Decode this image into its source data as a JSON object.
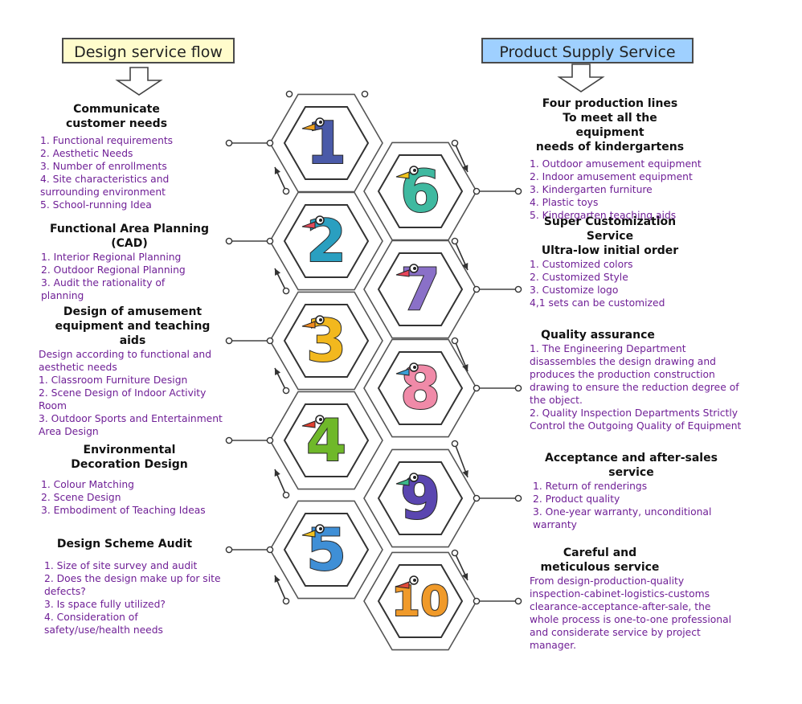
{
  "headers": {
    "left": "Design service flow",
    "right": "Product Supply Service"
  },
  "hexes": [
    {
      "num": "1",
      "color": "#4a5aa8",
      "accent": "#f0a21e"
    },
    {
      "num": "2",
      "color": "#2a9fc0",
      "accent": "#e24a5a"
    },
    {
      "num": "3",
      "color": "#f2b81e",
      "accent": "#f08a20"
    },
    {
      "num": "4",
      "color": "#6fb82a",
      "accent": "#e04030"
    },
    {
      "num": "5",
      "color": "#3f8fd6",
      "accent": "#f2c21e"
    },
    {
      "num": "6",
      "color": "#3fb9a0",
      "accent": "#f0c41e"
    },
    {
      "num": "7",
      "color": "#8a70c8",
      "accent": "#e8455a"
    },
    {
      "num": "8",
      "color": "#f08aa8",
      "accent": "#3aa0d8"
    },
    {
      "num": "9",
      "color": "#5a46b0",
      "accent": "#3bb88a"
    },
    {
      "num": "10",
      "color": "#f09a2a",
      "accent": "#e04a3a"
    }
  ],
  "left_sections": [
    {
      "title": [
        "Communicate",
        "customer needs"
      ],
      "items": [
        "1. Functional requirements",
        "2. Aesthetic Needs",
        "3. Number of enrollments",
        "4. Site characteristics and surrounding environment",
        "5. School-running Idea"
      ]
    },
    {
      "title": [
        "Functional Area Planning",
        "(CAD)"
      ],
      "items": [
        "1. Interior Regional Planning",
        "2. Outdoor Regional Planning",
        "3. Audit the rationality of planning"
      ]
    },
    {
      "title": [
        "Design of amusement",
        "equipment and teaching",
        "aids"
      ],
      "items": [
        "Design according to functional and aesthetic needs",
        "1. Classroom Furniture Design",
        "2. Scene Design of Indoor Activity Room",
        "3. Outdoor Sports and Entertainment Area Design"
      ]
    },
    {
      "title": [
        "Environmental",
        "Decoration Design"
      ],
      "items": [
        "1. Colour Matching",
        "2. Scene Design",
        "3. Embodiment of Teaching Ideas"
      ]
    },
    {
      "title": [
        "Design Scheme Audit"
      ],
      "items": [
        "1. Size of site survey and audit",
        "2. Does the design make up for site defects?",
        "3. Is space fully utilized?",
        "4. Consideration of safety/use/health needs"
      ]
    }
  ],
  "right_sections": [
    {
      "title": [
        "Four production lines",
        "To meet all the equipment",
        "needs of kindergartens"
      ],
      "items": [
        "1. Outdoor amusement equipment",
        "2. Indoor amusement equipment",
        "3. Kindergarten furniture",
        "4. Plastic toys",
        "5. Kindergarten teaching aids"
      ]
    },
    {
      "title": [
        "Super Customization",
        "Service",
        "Ultra-low initial order"
      ],
      "items": [
        "1. Customized colors",
        "2. Customized Style",
        "3. Customize logo",
        "4,1 sets can be customized"
      ]
    },
    {
      "title": [
        "Quality assurance"
      ],
      "items": [
        "1. The Engineering Department disassembles the design drawing and produces the production construction drawing to ensure the reduction degree of the object.",
        "2. Quality Inspection Departments Strictly Control the Outgoing Quality of Equipment"
      ]
    },
    {
      "title": [
        "Acceptance and after-sales",
        "service"
      ],
      "items": [
        "1. Return of renderings",
        "2. Product quality",
        "3. One-year warranty, unconditional warranty"
      ]
    },
    {
      "title": [
        "Careful and",
        "meticulous service"
      ],
      "items": [
        "From design-production-quality inspection-cabinet-logistics-customs clearance-acceptance-after-sale, the whole process is one-to-one professional and considerate service by project manager."
      ]
    }
  ]
}
